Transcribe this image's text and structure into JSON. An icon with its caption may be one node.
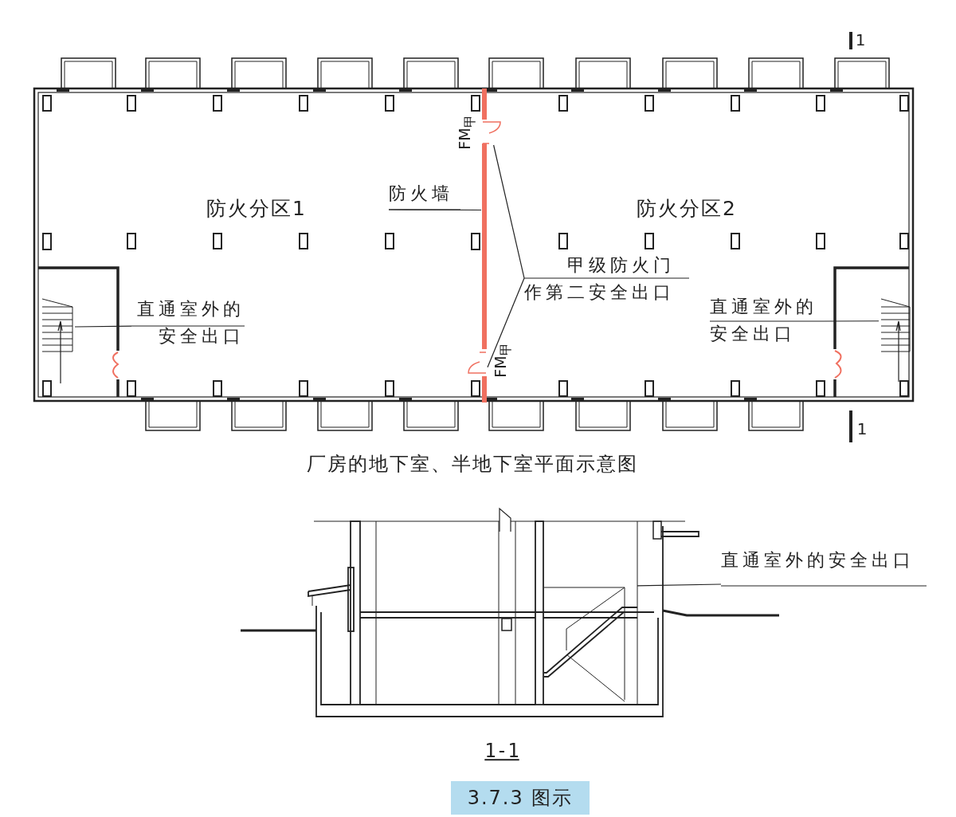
{
  "diagram": {
    "caption": "3.7.3 图示",
    "nodes": [
      {
        "text": [
          "防火墙"
        ]
      },
      {
        "text": [],
        "shape": "bar"
      },
      {
        "text": [
          "甲级防火门作第二安全出口"
        ]
      },
      {
        "text": [],
        "shape": "picture"
      },
      {
        "text": [],
        "shape": "picture"
      },
      {
        "text": [
          "直通室外的安全出口"
        ]
      },
      {
        "text": [],
        "shape": "picture"
      },
      {
        "text": [
          "直通室外的安全出口"
        ]
      },
      {
        "text": [],
        "shape": "picture"
      },
      {
        "text": [
          "直通室外的安全出口"
        ]
      },
      {
        "text": [],
        "shape": "picture"
      }
    ],
    "edges": [
      {
        "from": 0,
        "to": 1,
        "arrow": "none"
      },
      {
        "from": 2,
        "to": 3,
        "arrow": "none"
      },
      {
        "from": 2,
        "to": 4,
        "arrow": "none"
      },
      {
        "from": 5,
        "to": 6,
        "arrow": "none"
      },
      {
        "from": 7,
        "to": 8,
        "arrow": "none"
      },
      {
        "from": 9,
        "to": 10,
        "arrow": "none"
      }
    ],
    "labels": [
      "1",
      "防火分区1",
      "防火分区2",
      "FM$_{甲}$",
      "FM$_{甲}$",
      "1",
      "厂房的地下室、半地下室平面示意图",
      "1-1"
    ]
  }
}
